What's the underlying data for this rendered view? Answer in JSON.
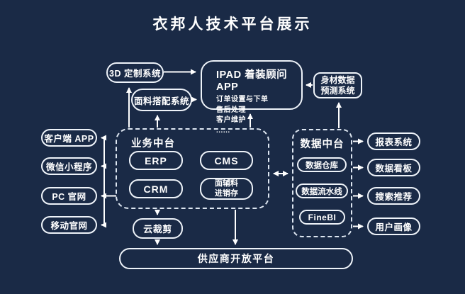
{
  "title": "衣邦人技术平台展示",
  "colors": {
    "background": "#1a2a46",
    "stroke": "#eef3f9",
    "text": "#ffffff"
  },
  "nodes": {
    "d3_custom": "3D 定制系统",
    "fabric_match": "面料搭配系统",
    "ipad_app": {
      "title": "IPAD 着装顾问 APP",
      "items": [
        "订单设置与下单",
        "售后处理",
        "客户维护",
        "......"
      ]
    },
    "body_data": "身材数据\n预测系统",
    "client_app": "客户端 APP",
    "wechat_mini": "微信小程序",
    "pc_site": "PC 官网",
    "mobile_site": "移动官网",
    "business_platform": {
      "title": "业务中台",
      "erp": "ERP",
      "cms": "CMS",
      "crm": "CRM",
      "fabric_inventory": "面辅料\n进销存"
    },
    "data_platform": {
      "title": "数据中台",
      "warehouse": "数据仓库",
      "pipeline": "数据流水线",
      "finebi": "FineBI"
    },
    "report": "报表系统",
    "dashboard": "数据看板",
    "search": "搜索推荐",
    "profile": "用户画像",
    "cloud_cut": "云裁剪",
    "supplier": "供应商开放平台"
  }
}
